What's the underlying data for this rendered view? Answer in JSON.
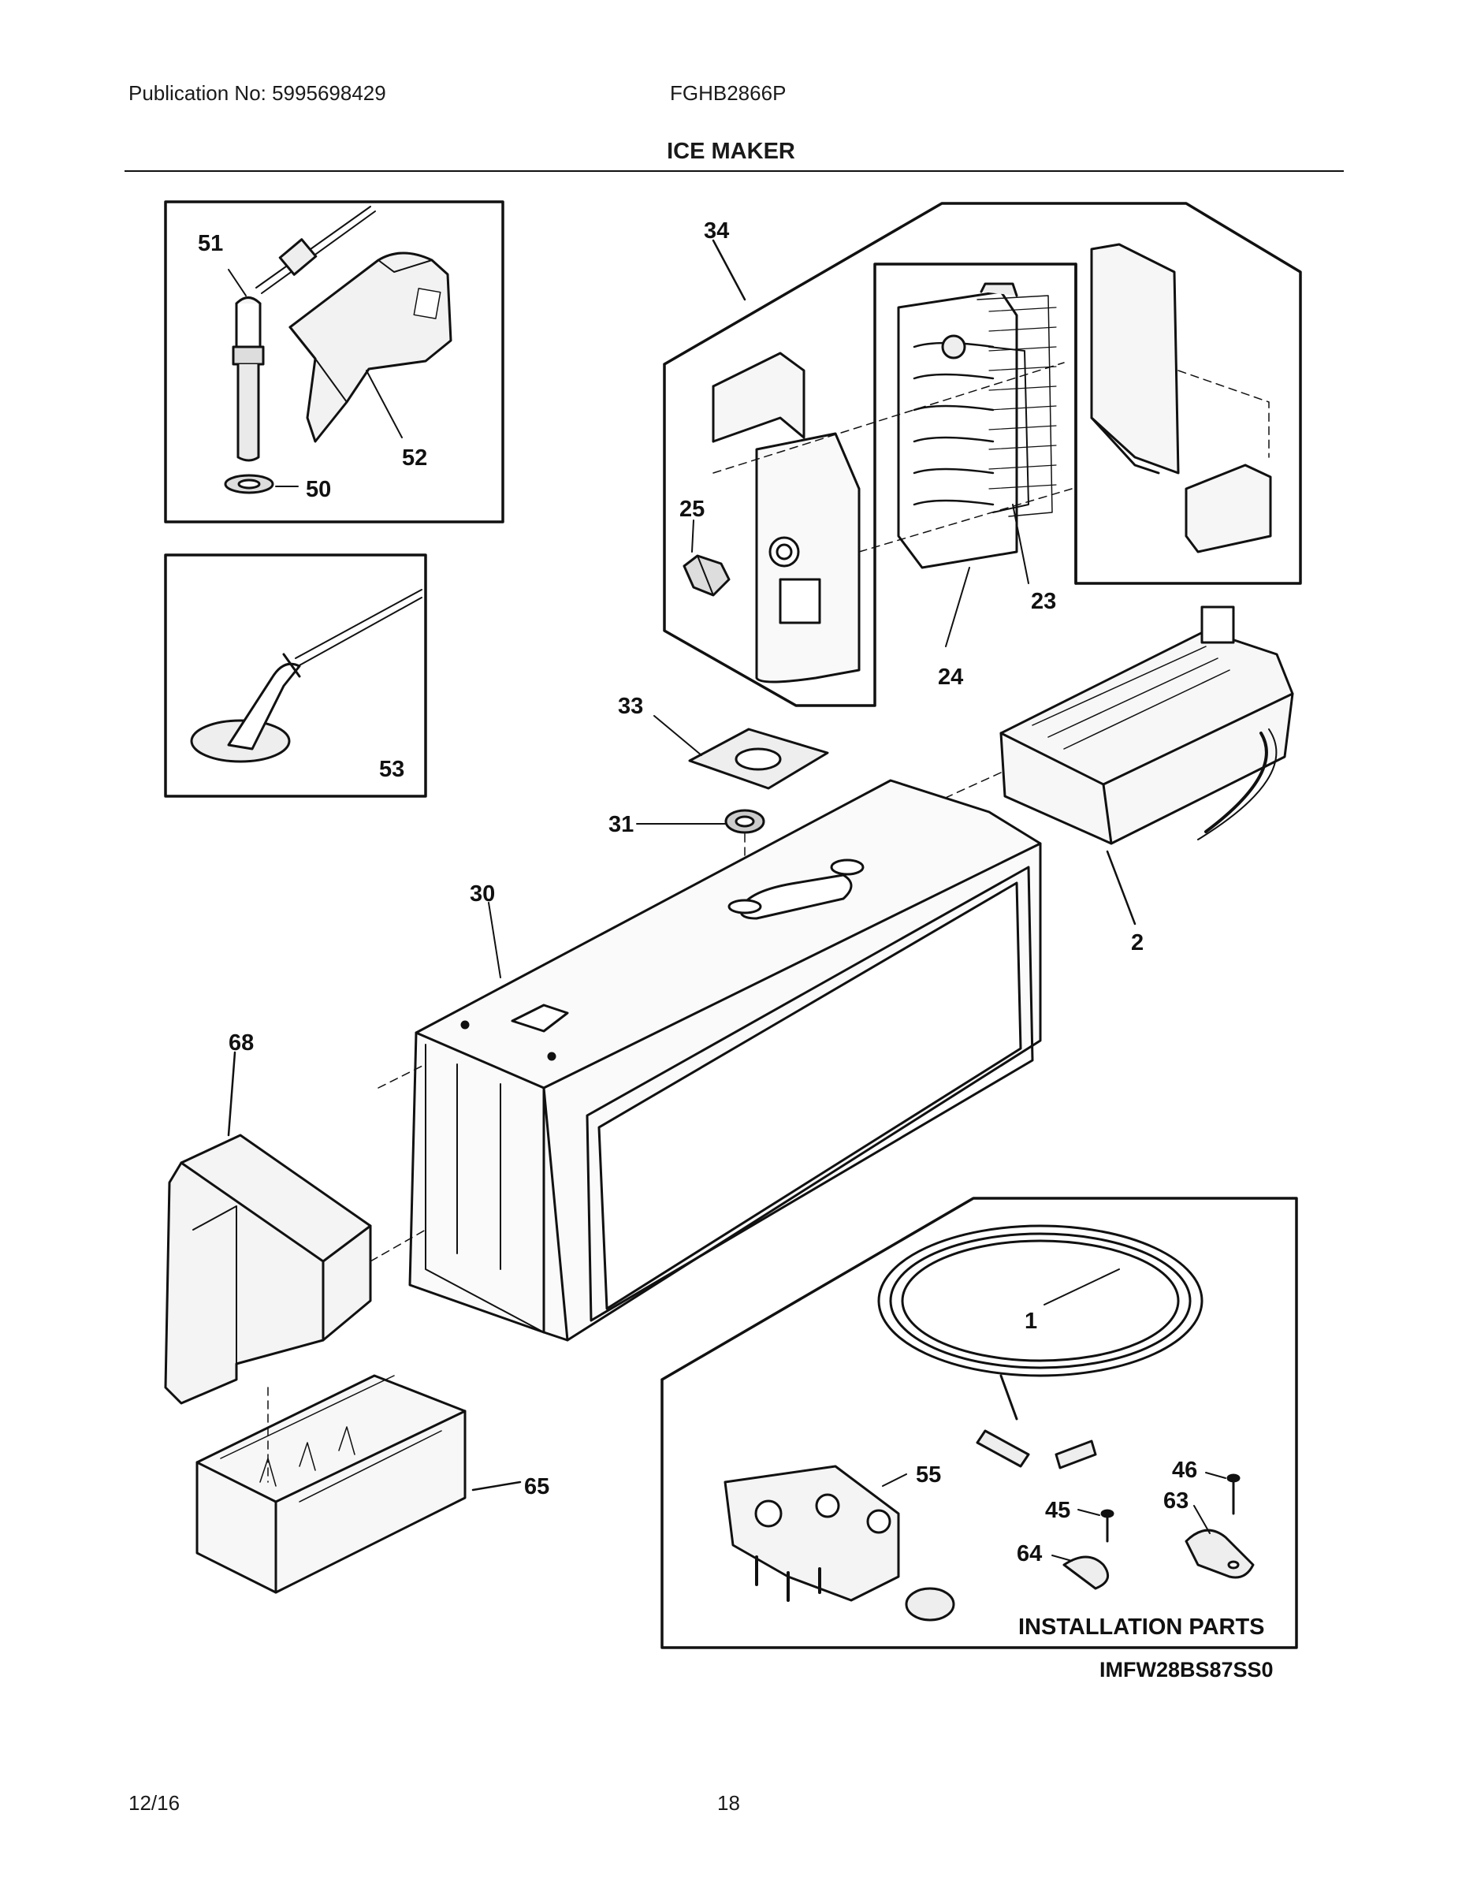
{
  "header": {
    "publication": "Publication No: 5995698429",
    "model": "FGHB2866P",
    "title": "ICE MAKER"
  },
  "footer": {
    "date": "12/16",
    "page": "18"
  },
  "diagram": {
    "install_label": "INSTALLATION PARTS",
    "drawing_code": "IMFW28BS87SS0",
    "callouts": {
      "c51": "51",
      "c52": "52",
      "c50": "50",
      "c53": "53",
      "c34": "34",
      "c25": "25",
      "c23": "23",
      "c24": "24",
      "c33": "33",
      "c31": "31",
      "c30": "30",
      "c2": "2",
      "c68": "68",
      "c65": "65",
      "c1": "1",
      "c55": "55",
      "c46": "46",
      "c45": "45",
      "c63": "63",
      "c64": "64"
    }
  }
}
